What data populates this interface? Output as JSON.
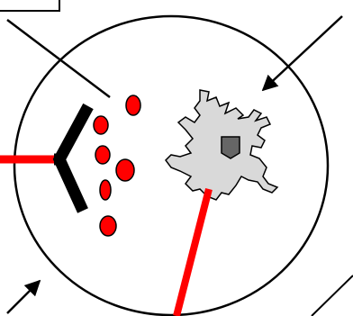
{
  "diagram": {
    "labels": [],
    "colors": {
      "background": "#ffffff",
      "outline": "#000000",
      "red": "#ff0000",
      "cell_fill": "#d9d9d9",
      "nucleus_fill": "#666666"
    },
    "elements": [
      {
        "id": "cell-membrane",
        "kind": "circle"
      },
      {
        "id": "y-shaped-receptor",
        "kind": "y-shape"
      },
      {
        "id": "left-red-connector",
        "kind": "line"
      },
      {
        "id": "red-particle-1",
        "kind": "ellipse"
      },
      {
        "id": "red-particle-2",
        "kind": "ellipse"
      },
      {
        "id": "red-particle-3",
        "kind": "ellipse"
      },
      {
        "id": "red-particle-4",
        "kind": "ellipse"
      },
      {
        "id": "red-particle-5",
        "kind": "ellipse"
      },
      {
        "id": "red-particle-6",
        "kind": "ellipse"
      },
      {
        "id": "red-particle-7",
        "kind": "ellipse"
      },
      {
        "id": "dendritic-cell",
        "kind": "irregular-shape"
      },
      {
        "id": "cell-nucleus",
        "kind": "shield-shape"
      },
      {
        "id": "bottom-red-connector",
        "kind": "line"
      },
      {
        "id": "pointer-arrow-top-right",
        "kind": "arrow"
      },
      {
        "id": "pointer-arrow-bottom-left",
        "kind": "arrow"
      },
      {
        "id": "pointer-line-top-left",
        "kind": "line"
      },
      {
        "id": "pointer-line-bottom-right",
        "kind": "line"
      }
    ]
  }
}
